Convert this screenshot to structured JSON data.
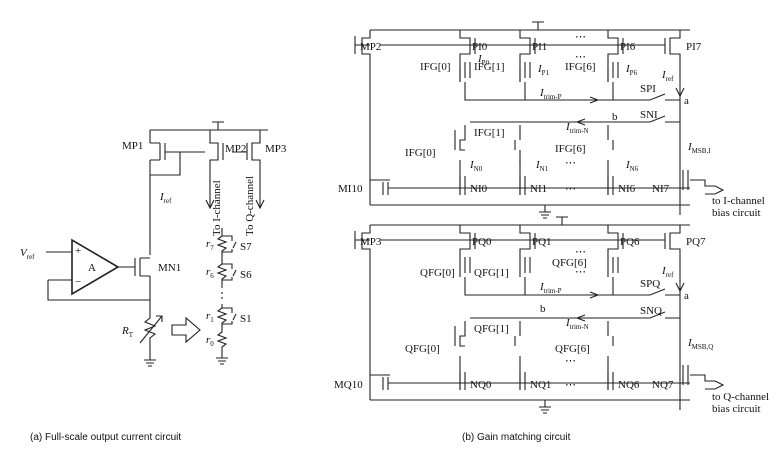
{
  "captions": {
    "left": "(a) Full-scale output current circuit",
    "right": "(b) Gain matching circuit"
  },
  "left_circuit": {
    "transistors": [
      "MP1",
      "MP2",
      "MP3",
      "MN1"
    ],
    "amp_label": "A",
    "amp_plus": "+",
    "amp_minus": "−",
    "vref": "V",
    "vref_sub": "ref",
    "iref": "I",
    "iref_sub": "ref",
    "rt": "R",
    "rt_sub": "T",
    "to_i": "To I-channel",
    "to_q": "To Q-channel",
    "resistors": [
      {
        "base": "r",
        "sub": "7"
      },
      {
        "base": "r",
        "sub": "6"
      },
      {
        "base": "r",
        "sub": "1"
      },
      {
        "base": "r",
        "sub": "0"
      }
    ],
    "switches": [
      "S7",
      "S6",
      "S1"
    ]
  },
  "i_block": {
    "pmos": [
      "MP2",
      "PI0",
      "PI1",
      "PI6",
      "PI7"
    ],
    "nmos": [
      "MI10",
      "NI0",
      "NI1",
      "NI6",
      "NI7"
    ],
    "dots": "⋯",
    "pcur": [
      {
        "b": "I",
        "s": "P0"
      },
      {
        "b": "I",
        "s": "P1"
      },
      {
        "b": "I",
        "s": "P6"
      }
    ],
    "ncur": [
      {
        "b": "I",
        "s": "N0"
      },
      {
        "b": "I",
        "s": "N1"
      },
      {
        "b": "I",
        "s": "N6"
      }
    ],
    "pctrl": [
      "IFG[0]",
      "IFG[1]",
      "IFG[6]"
    ],
    "nctrl": [
      "IFG[0]",
      "IFG[1]",
      "IFG[6]"
    ],
    "iref": {
      "b": "I",
      "s": "ref"
    },
    "itrimp": {
      "b": "I",
      "s": "trim-P"
    },
    "itrimn": {
      "b": "I",
      "s": "trim-N"
    },
    "imsb": {
      "b": "I",
      "s": "MSB,I"
    },
    "sw_p": "SPI",
    "sw_n": "SNI",
    "node_a": "a",
    "node_b": "b",
    "out1": "to I-channel",
    "out2": "bias circuit"
  },
  "q_block": {
    "pmos": [
      "MP3",
      "PQ0",
      "PQ1",
      "PQ6",
      "PQ7"
    ],
    "nmos": [
      "MQ10",
      "NQ0",
      "NQ1",
      "NQ6",
      "NQ7"
    ],
    "dots": "⋯",
    "pctrl": [
      "QFG[0]",
      "QFG[1]",
      "QFG[6]"
    ],
    "nctrl": [
      "QFG[0]",
      "QFG[1]",
      "QFG[6]"
    ],
    "iref": {
      "b": "I",
      "s": "ref"
    },
    "itrimp": {
      "b": "I",
      "s": "trim-P"
    },
    "itrimn": {
      "b": "I",
      "s": "trim-N"
    },
    "imsb": {
      "b": "I",
      "s": "MSB,Q"
    },
    "sw_p": "SPQ",
    "sw_n": "SNQ",
    "node_a": "a",
    "node_b": "b",
    "out1": "to Q-channel",
    "out2": "bias circuit"
  }
}
